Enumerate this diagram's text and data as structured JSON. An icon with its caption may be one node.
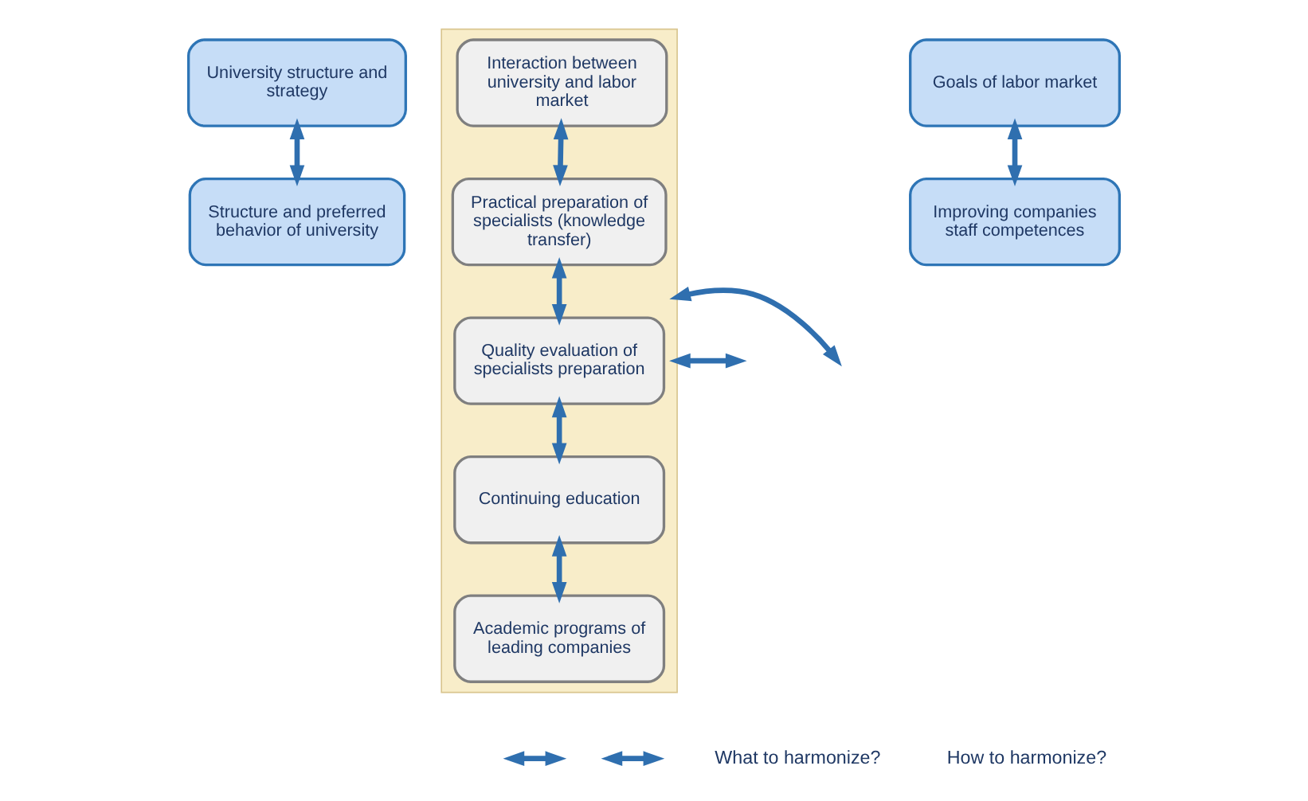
{
  "diagram": {
    "nodes": [
      {
        "text": [
          "University structure and strategy"
        ]
      },
      {
        "text": [
          "Structure and preferred behavior of university"
        ]
      },
      {
        "text": [],
        "shape": "box"
      },
      {
        "text": [
          "Interaction between university and labor market"
        ],
        "in": 2
      },
      {
        "text": [
          "Practical preparation of specialists (knowledge transfer)"
        ],
        "in": 2
      },
      {
        "text": [
          "Quality evaluation of specialists preparation"
        ],
        "in": 2
      },
      {
        "text": [
          "Continuing education"
        ],
        "in": 2
      },
      {
        "text": [
          "Academic programs of leading companies"
        ],
        "in": 2
      },
      {
        "text": [
          "Goals of labor market"
        ]
      },
      {
        "text": [
          "Improving companies staff competences"
        ]
      }
    ],
    "edges": [
      {
        "from": 0,
        "to": 1,
        "arrow": "both"
      },
      {
        "from": null,
        "to": 2,
        "arrow": "both"
      },
      {
        "from": 3,
        "to": 4,
        "arrow": "both"
      },
      {
        "from": 4,
        "to": 5,
        "arrow": "both"
      },
      {
        "from": 5,
        "to": 6,
        "arrow": "both"
      },
      {
        "from": 6,
        "to": 7,
        "arrow": "both"
      },
      {
        "from": 2,
        "to": null,
        "arrow": "both"
      },
      {
        "from": 8,
        "to": 9,
        "arrow": "both"
      }
    ],
    "legend": [
      {
        "text": "What to harmonize?"
      },
      {
        "text": "How to harmonize?"
      }
    ]
  }
}
